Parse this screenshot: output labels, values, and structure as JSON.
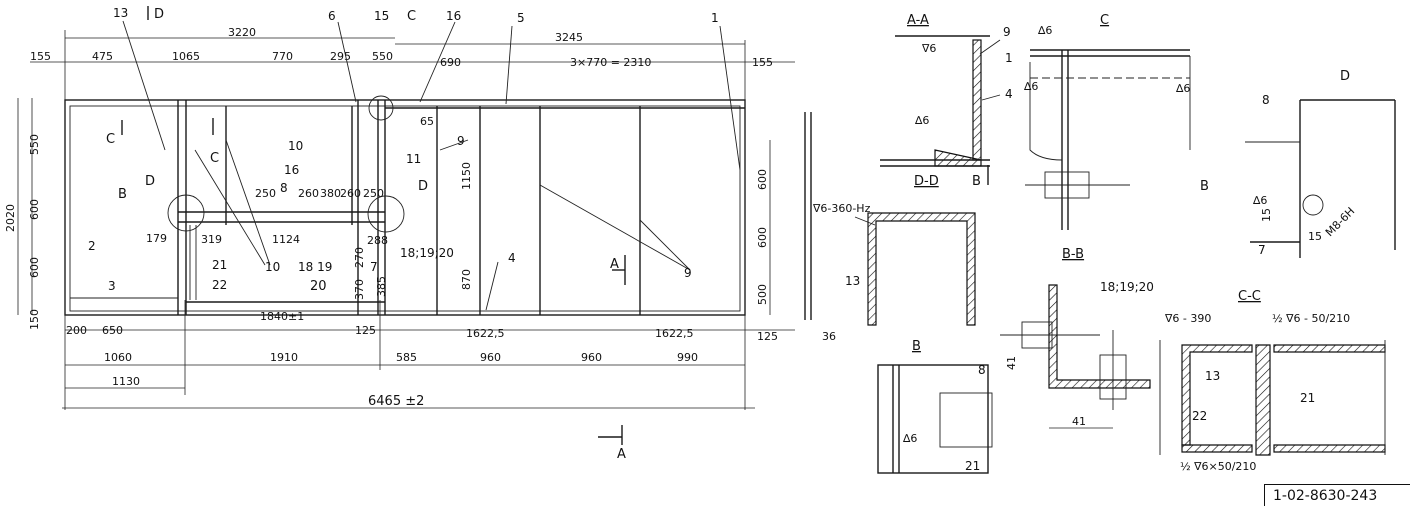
{
  "drawing_number": "1-02-8630-243",
  "dimensions": {
    "overall": "6465 ±2",
    "top_left": "3220",
    "top_right": "3245",
    "top_row": [
      "155",
      "475",
      "1065",
      "770",
      "295",
      "550",
      "690",
      "3×770 = 2310",
      "155"
    ],
    "bottom_row1": [
      "200",
      "650",
      "1840±1",
      "125",
      "1622,5",
      "1622,5",
      "125"
    ],
    "bottom_row2": [
      "1060",
      "1910",
      "585",
      "960",
      "960",
      "990"
    ],
    "bottom_row3": "1130",
    "left": [
      "550",
      "600",
      "600",
      "150",
      "2020"
    ],
    "right": [
      "600",
      "600",
      "500"
    ],
    "mid": [
      "1150",
      "870",
      "250",
      "260",
      "380",
      "260",
      "250",
      "179",
      "319",
      "1124",
      "288",
      "270",
      "370",
      "385",
      "65"
    ],
    "side": "36",
    "section_bb": "41"
  },
  "callouts": [
    "1",
    "2",
    "3",
    "4",
    "5",
    "6",
    "7",
    "8",
    "9",
    "9",
    "10",
    "10",
    "11",
    "13",
    "15",
    "16",
    "16",
    "18 19",
    "18;19;20",
    "20",
    "21",
    "22"
  ],
  "section_labels": {
    "aa": "A-A",
    "c": "C",
    "d": "D",
    "dd": "D-D",
    "bb": "B-B",
    "b": "B",
    "cc": "C-C",
    "cut_a": "A",
    "cut_b": "B",
    "cut_c": "C",
    "cut_d": "D"
  },
  "weld_notes": {
    "aa": "∇6",
    "aa2": "∆6",
    "c1": "∆6",
    "c2": "∆6",
    "c3": "∆6",
    "dd": "∇6-360-Hz",
    "d_weld": "∆6",
    "d_bolt": "M8-6H",
    "d_dims": [
      "15",
      "15"
    ],
    "b_weld": "∆6",
    "cc1": "∇6 - 390",
    "cc2": "½ ∇6 - 50/210",
    "cc3": "½ ∇6×50/210",
    "bb_label": "18;19;20"
  }
}
